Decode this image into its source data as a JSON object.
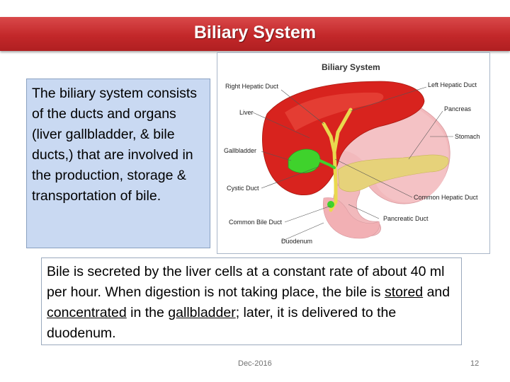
{
  "slide": {
    "title": "Biliary System",
    "intro_text": "The biliary system consists of the ducts and organs (liver gallbladder, & bile ducts,) that are involved in the production, storage & transportation of bile.",
    "bile": {
      "part1": "Bile is secreted by the liver cells at a constant rate of about 40 ml per hour. When digestion is not taking place, the bile is ",
      "stored": "stored",
      "part2": " and ",
      "concentrated": "concentrated",
      "part3": " in the ",
      "gallbladder": "gallbladder",
      "part4": "; later, it is delivered to the duodenum."
    },
    "footer": {
      "date": "Dec-2016",
      "page": "12"
    }
  },
  "diagram": {
    "title": "Biliary System",
    "labels": {
      "right_hepatic_duct": "Right Hepatic Duct",
      "left_hepatic_duct": "Left Hepatic Duct",
      "liver": "Liver",
      "pancreas": "Pancreas",
      "stomach": "Stomach",
      "gallbladder": "Gallbladder",
      "cystic_duct": "Cystic Duct",
      "common_hepatic_duct": "Common Hepatic Duct",
      "pancreatic_duct": "Pancreatic Duct",
      "common_bile_duct": "Common Bile Duct",
      "duodenum": "Duodenum"
    },
    "colors": {
      "liver": "#d8231e",
      "stomach": "#f2b9bc",
      "gallbladder": "#3fd22c",
      "ducts": "#e9d94e",
      "pancreas": "#e6d27a"
    }
  },
  "theme": {
    "title_bar": "#c3282a",
    "intro_box": "#c9d9f2"
  }
}
